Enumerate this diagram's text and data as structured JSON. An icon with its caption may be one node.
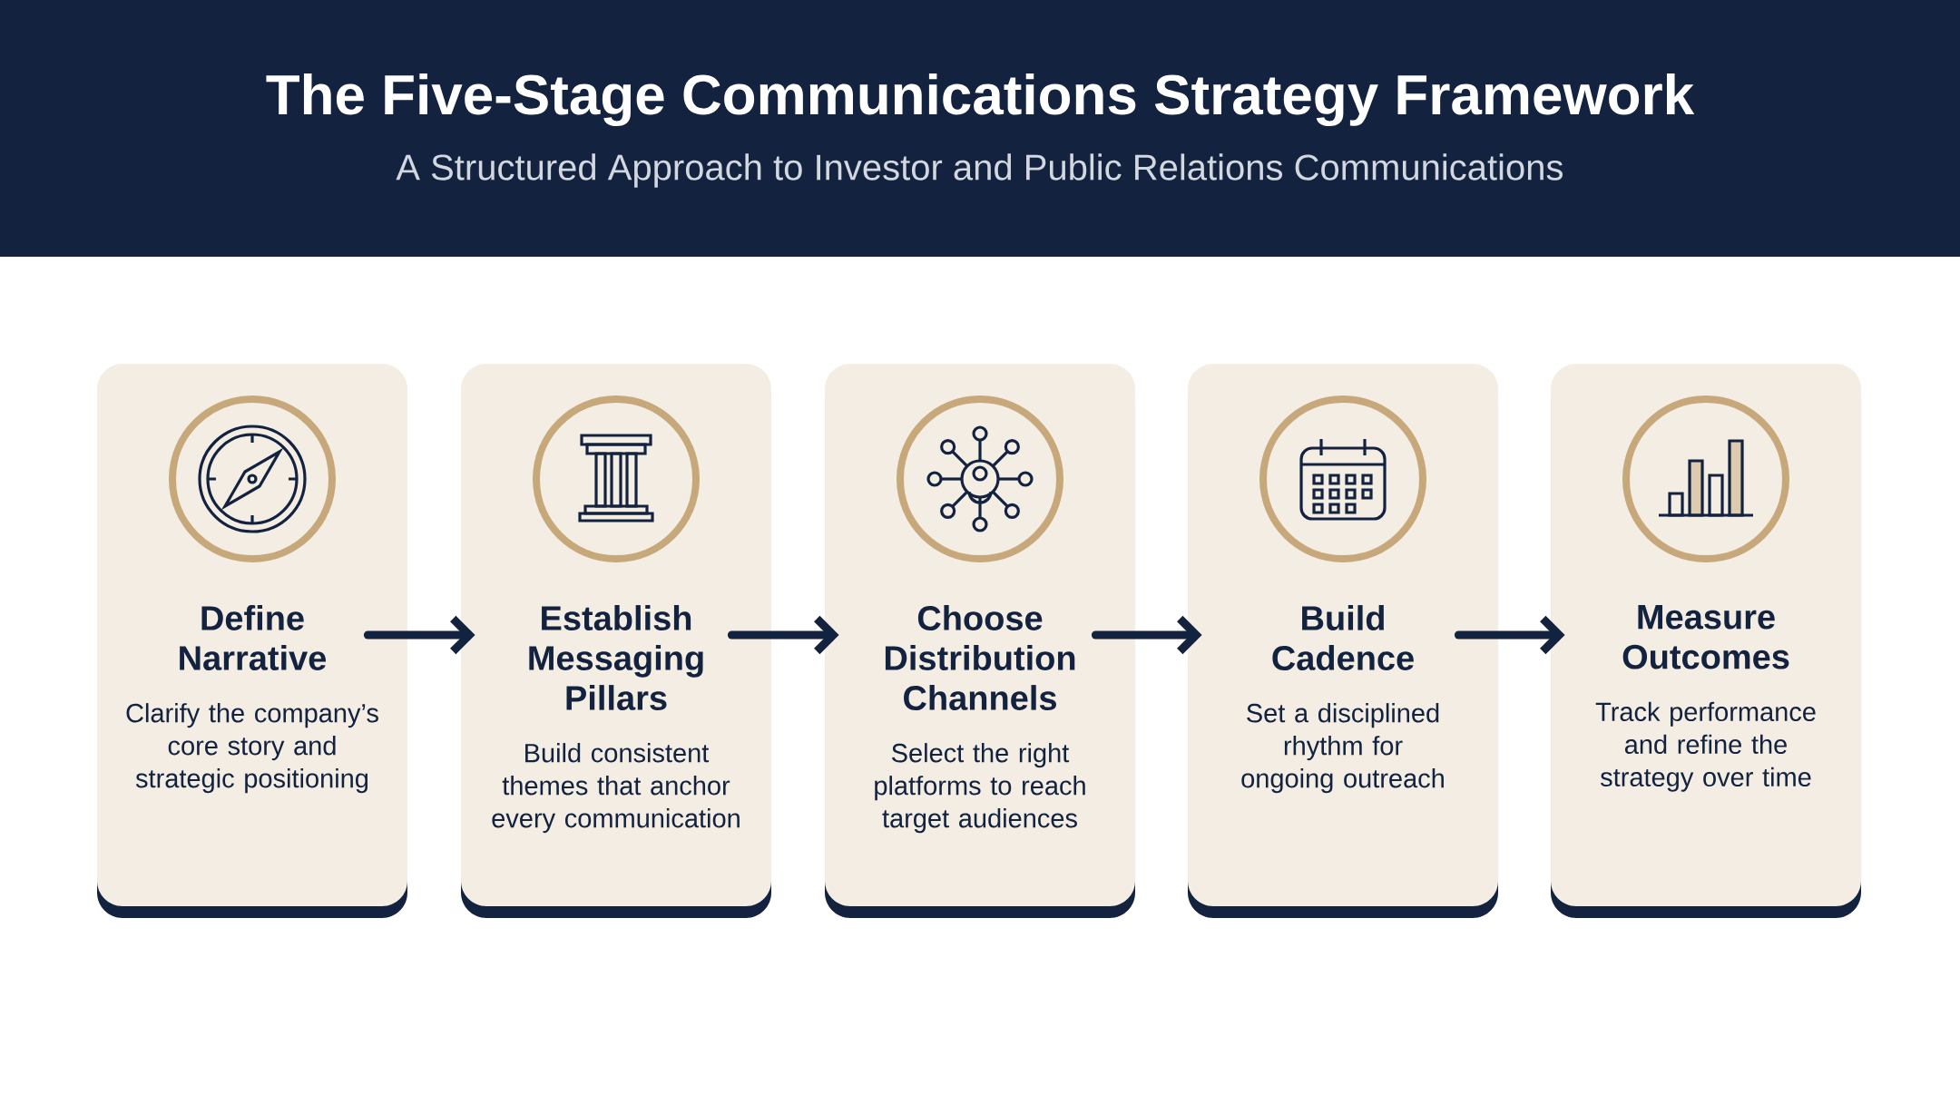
{
  "diagram": {
    "title": "The Five-Stage Communications Strategy Framework",
    "caption": "A Structured Approach to Investor and Public Relations Communications",
    "nodes": [
      {
        "text": [
          "Define Narrative",
          "Clarify the company’s core story and strategic positioning"
        ]
      },
      {
        "text": [
          "Establish Messaging Pillars",
          "Build consistent themes that anchor every communication"
        ]
      },
      {
        "text": [
          "Choose Distribution Channels",
          "Select the right platforms to reach target audiences"
        ]
      },
      {
        "text": [
          "Build Cadence",
          "Set a disciplined rhythm for ongoing outreach"
        ]
      },
      {
        "text": [
          "Measure Outcomes",
          "Track performance and refine the strategy over time"
        ]
      }
    ],
    "edges": [
      {
        "from": 0,
        "to": 1,
        "arrow": "to"
      },
      {
        "from": 1,
        "to": 2,
        "arrow": "to"
      },
      {
        "from": 2,
        "to": 3,
        "arrow": "to"
      },
      {
        "from": 3,
        "to": 4,
        "arrow": "to"
      }
    ]
  }
}
